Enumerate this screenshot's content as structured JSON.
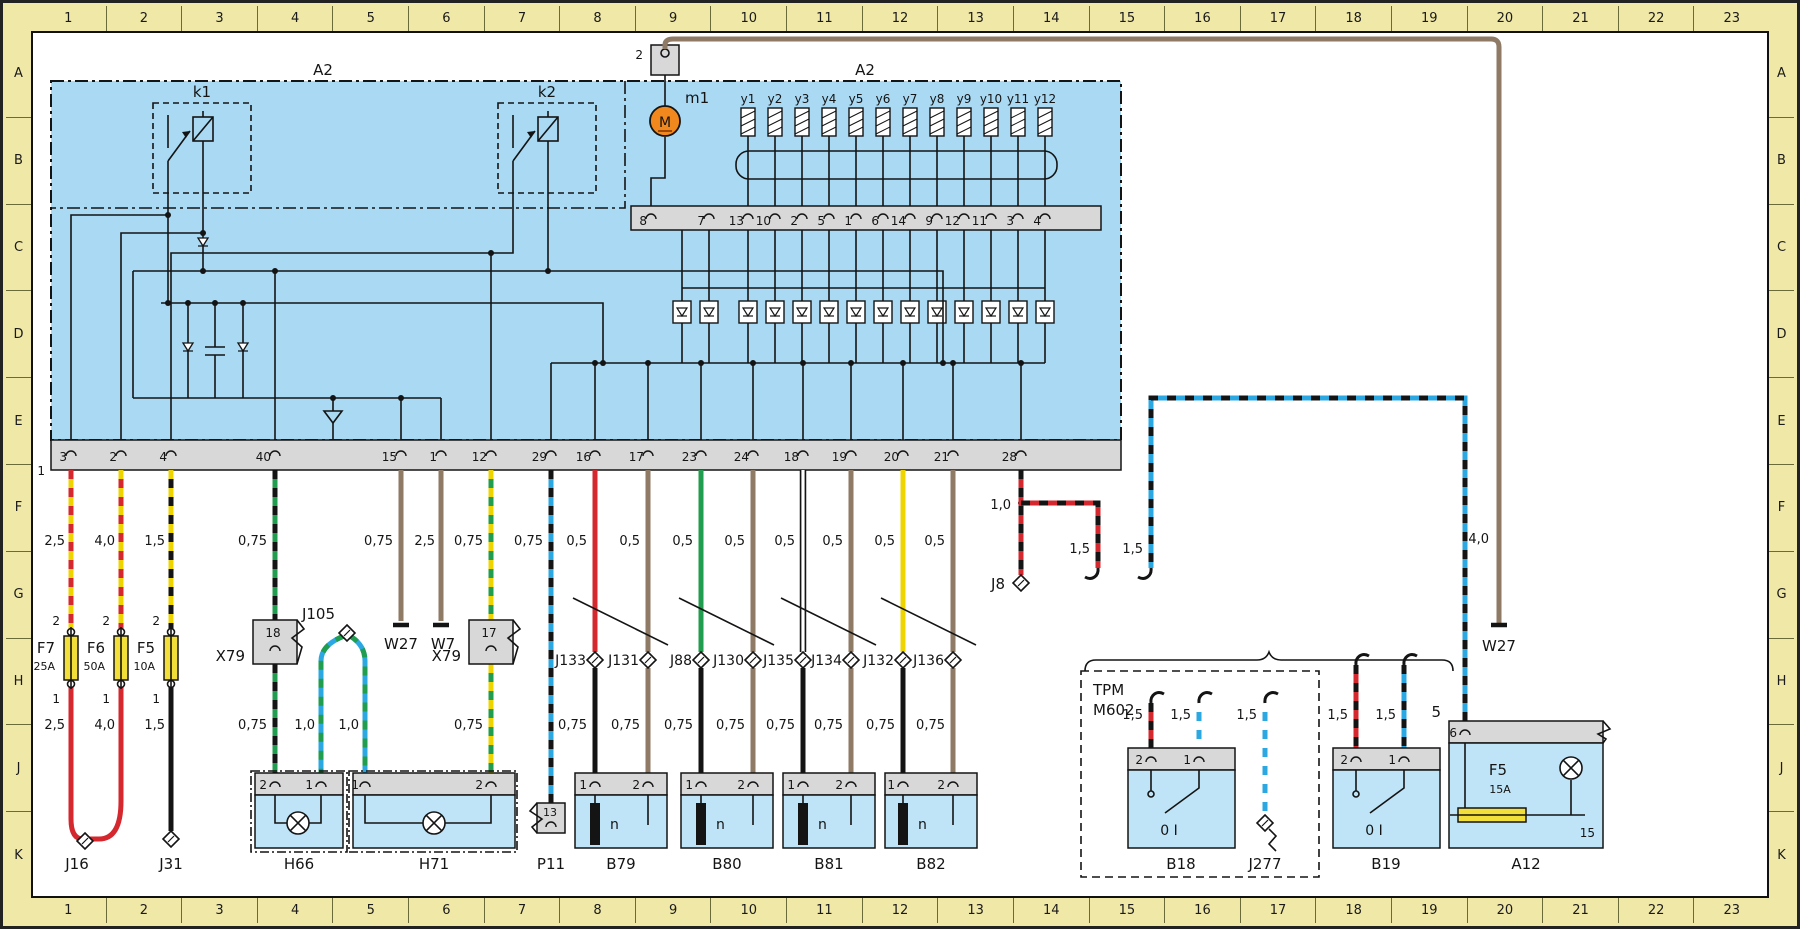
{
  "colors": {
    "frame_yellow": "#f0e8a6",
    "module_blue": "#a9d9f3",
    "block_blue": "#bfe4f7",
    "strip_gray": "#d8d8d8",
    "motor_orange": "#f0881e",
    "fuse_yellow": "#f2df39",
    "wire_red": "#d4272e",
    "wire_yellow": "#efd500",
    "wire_green": "#209d4e",
    "wire_blue": "#2ba8e2",
    "wire_brown": "#8f7a66",
    "wire_black": "#141414",
    "wire_white": "#ffffff"
  },
  "grid": {
    "cols": [
      "1",
      "2",
      "3",
      "4",
      "5",
      "6",
      "7",
      "8",
      "9",
      "10",
      "11",
      "12",
      "13",
      "14",
      "15",
      "16",
      "17",
      "18",
      "19",
      "20",
      "21",
      "22",
      "23"
    ],
    "rows": [
      "A",
      "B",
      "C",
      "D",
      "E",
      "F",
      "G",
      "H",
      "J",
      "K"
    ]
  },
  "module": {
    "name": "A2",
    "relay1": "k1",
    "relay2": "k2",
    "motor": "m1",
    "motor_letter": "M",
    "top_pin": "2",
    "strip_corner": "1",
    "valves": [
      "y1",
      "y2",
      "y3",
      "y4",
      "y5",
      "y6",
      "y7",
      "y8",
      "y9",
      "y10",
      "y11",
      "y12"
    ],
    "inner_pins": [
      "8",
      "7",
      "13",
      "10",
      "2",
      "5",
      "1",
      "6",
      "14",
      "9",
      "12",
      "11",
      "3",
      "4"
    ],
    "bottom_pins": [
      "3",
      "2",
      "4",
      "40",
      "15",
      "1",
      "12",
      "29",
      "16",
      "17",
      "23",
      "24",
      "18",
      "19",
      "20",
      "21",
      "28"
    ]
  },
  "gauges": {
    "g05": "0,5",
    "g075": "0,75",
    "g10": "1,0",
    "g15": "1,5",
    "g25": "2,5",
    "g40": "4,0"
  },
  "fuses": {
    "f7": "F7",
    "f7_rating": "25A",
    "f6": "F6",
    "f6_rating": "50A",
    "f5": "F5",
    "f5_rating": "10A",
    "pin_top": "2",
    "pin_bottom": "1"
  },
  "components": {
    "j16": "J16",
    "j31": "J31",
    "x79": "X79",
    "x79_pin_a": "18",
    "x79_pin_b": "17",
    "j105": "J105",
    "w27": "W27",
    "w7": "W7",
    "h66": "H66",
    "h71": "H71",
    "p11": "P11",
    "p11_pin": "13",
    "j133": "J133",
    "j131": "J131",
    "j88": "J88",
    "j130": "J130",
    "j135": "J135",
    "j134": "J134",
    "j132": "J132",
    "j136": "J136",
    "b79": "B79",
    "b80": "B80",
    "b81": "B81",
    "b82": "B82",
    "damper": "n",
    "pin1": "1",
    "pin2": "2",
    "j8": "J8",
    "tpm": "TPM",
    "m602": "M602",
    "b18": "B18",
    "j277": "J277",
    "b19": "B19",
    "switch": "0 I",
    "a12": "A12",
    "a12_outer": "5",
    "a12_pin_in": "6",
    "a12_fuse": "F5",
    "a12_rating": "15A",
    "a12_pin_out": "15"
  }
}
